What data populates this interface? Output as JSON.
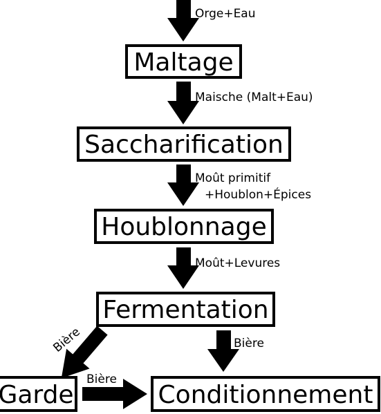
{
  "steps": {
    "maltage": "Maltage",
    "saccharification": "Saccharification",
    "houblonnage": "Houblonnage",
    "fermentation": "Fermentation",
    "garde": "Garde",
    "conditionnement": "Conditionnement"
  },
  "labels": {
    "input": "Orge+Eau",
    "maische": "Maische (Malt+Eau)",
    "mout_primitif_line1": "Moût primitif",
    "mout_primitif_line2": "+Houblon+Épices",
    "mout_levures": "Moût+Levures",
    "biere_to_garde": "Bière",
    "biere_to_conditionnement": "Bière",
    "biere_garde_to_conditionnement": "Bière"
  },
  "colors": {
    "ink": "#000000",
    "background": "#ffffff"
  }
}
